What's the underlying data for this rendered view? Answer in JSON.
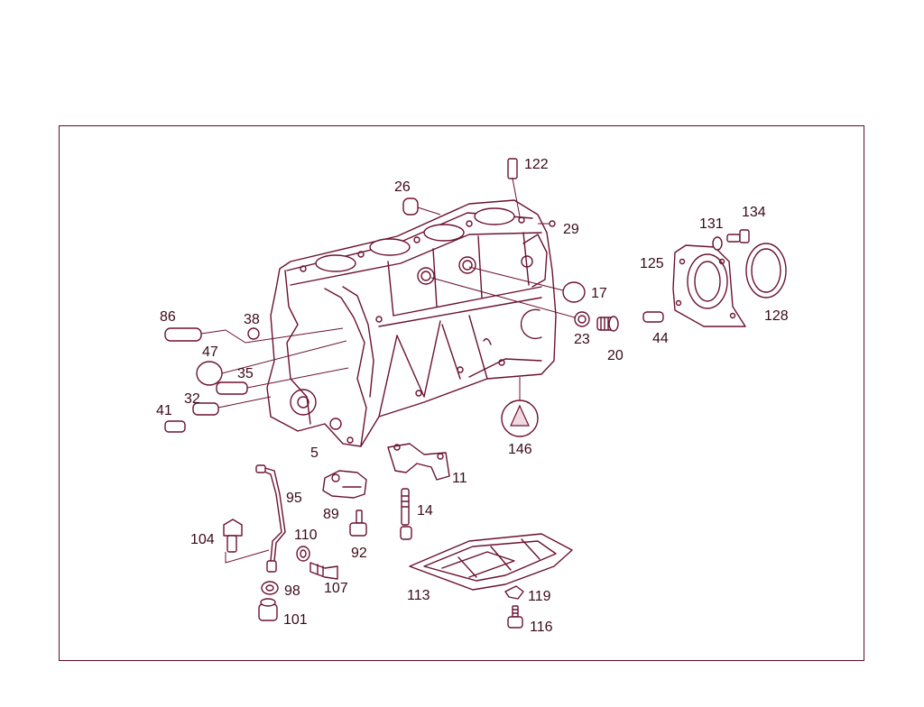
{
  "callouts": [
    {
      "id": "122",
      "text": "122"
    },
    {
      "id": "26",
      "text": "26"
    },
    {
      "id": "29",
      "text": "29"
    },
    {
      "id": "131",
      "text": "131"
    },
    {
      "id": "134",
      "text": "134"
    },
    {
      "id": "125",
      "text": "125"
    },
    {
      "id": "128",
      "text": "128"
    },
    {
      "id": "17",
      "text": "17"
    },
    {
      "id": "23",
      "text": "23"
    },
    {
      "id": "20",
      "text": "20"
    },
    {
      "id": "44",
      "text": "44"
    },
    {
      "id": "86",
      "text": "86"
    },
    {
      "id": "38",
      "text": "38"
    },
    {
      "id": "47",
      "text": "47"
    },
    {
      "id": "35",
      "text": "35"
    },
    {
      "id": "32",
      "text": "32"
    },
    {
      "id": "41",
      "text": "41"
    },
    {
      "id": "5",
      "text": "5"
    },
    {
      "id": "146",
      "text": "146"
    },
    {
      "id": "11",
      "text": "11"
    },
    {
      "id": "95",
      "text": "95"
    },
    {
      "id": "89",
      "text": "89"
    },
    {
      "id": "14",
      "text": "14"
    },
    {
      "id": "104",
      "text": "104"
    },
    {
      "id": "110",
      "text": "110"
    },
    {
      "id": "92",
      "text": "92"
    },
    {
      "id": "98",
      "text": "98"
    },
    {
      "id": "107",
      "text": "107"
    },
    {
      "id": "113",
      "text": "113"
    },
    {
      "id": "119",
      "text": "119"
    },
    {
      "id": "101",
      "text": "101"
    },
    {
      "id": "116",
      "text": "116"
    }
  ],
  "colors": {
    "line": "#6b1230",
    "frame": "#5a0f28",
    "text": "#3a0a18",
    "background": "#ffffff"
  }
}
